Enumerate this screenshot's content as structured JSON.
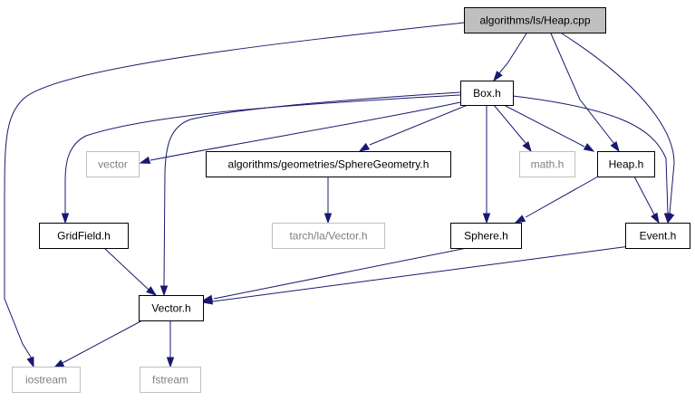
{
  "graph": {
    "nodes": [
      {
        "id": "heap_cpp",
        "label": "algorithms/ls/Heap.cpp",
        "style": "root"
      },
      {
        "id": "box_h",
        "label": "Box.h",
        "style": "solid"
      },
      {
        "id": "vector",
        "label": "vector",
        "style": "ext"
      },
      {
        "id": "sphere_geometry_h",
        "label": "algorithms/geometries/SphereGeometry.h",
        "style": "solid"
      },
      {
        "id": "math_h",
        "label": "math.h",
        "style": "ext"
      },
      {
        "id": "heap_h",
        "label": "Heap.h",
        "style": "solid"
      },
      {
        "id": "gridfield_h",
        "label": "GridField.h",
        "style": "solid"
      },
      {
        "id": "tarch_vector_h",
        "label": "tarch/la/Vector.h",
        "style": "ext"
      },
      {
        "id": "sphere_h",
        "label": "Sphere.h",
        "style": "solid"
      },
      {
        "id": "event_h",
        "label": "Event.h",
        "style": "solid"
      },
      {
        "id": "vector_h",
        "label": "Vector.h",
        "style": "solid"
      },
      {
        "id": "iostream",
        "label": "iostream",
        "style": "ext"
      },
      {
        "id": "fstream",
        "label": "fstream",
        "style": "ext"
      }
    ],
    "edges": [
      {
        "from": "heap_cpp",
        "to": "box_h"
      },
      {
        "from": "heap_cpp",
        "to": "heap_h"
      },
      {
        "from": "heap_cpp",
        "to": "event_h"
      },
      {
        "from": "heap_cpp",
        "to": "iostream"
      },
      {
        "from": "box_h",
        "to": "vector"
      },
      {
        "from": "box_h",
        "to": "sphere_geometry_h"
      },
      {
        "from": "box_h",
        "to": "math_h"
      },
      {
        "from": "box_h",
        "to": "heap_h"
      },
      {
        "from": "box_h",
        "to": "gridfield_h"
      },
      {
        "from": "box_h",
        "to": "sphere_h"
      },
      {
        "from": "box_h",
        "to": "event_h"
      },
      {
        "from": "box_h",
        "to": "vector_h"
      },
      {
        "from": "sphere_geometry_h",
        "to": "tarch_vector_h"
      },
      {
        "from": "heap_h",
        "to": "sphere_h"
      },
      {
        "from": "heap_h",
        "to": "event_h"
      },
      {
        "from": "gridfield_h",
        "to": "vector_h"
      },
      {
        "from": "sphere_h",
        "to": "vector_h"
      },
      {
        "from": "event_h",
        "to": "vector_h"
      },
      {
        "from": "vector_h",
        "to": "iostream"
      },
      {
        "from": "vector_h",
        "to": "fstream"
      }
    ]
  }
}
